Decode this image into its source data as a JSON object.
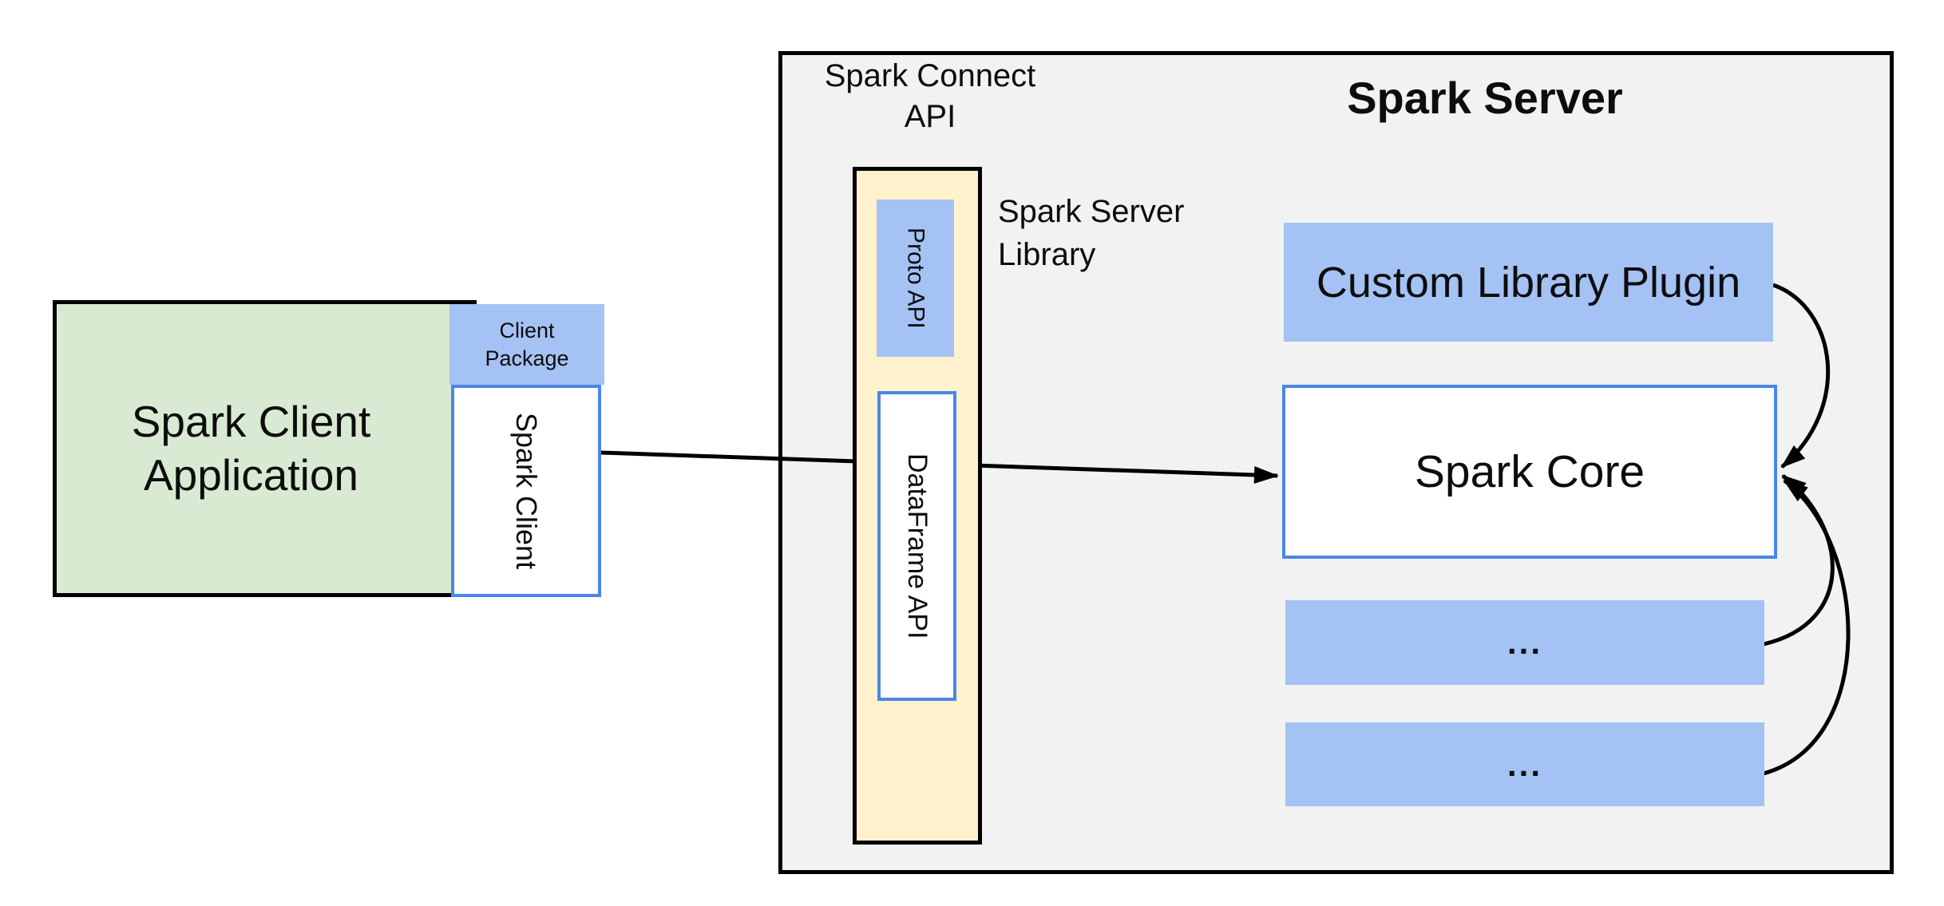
{
  "client": {
    "application_lines": [
      "Spark Client",
      "Application"
    ],
    "package_lines": [
      "Client",
      "Package"
    ],
    "spark_client": "Spark Client"
  },
  "connect_api": {
    "heading_lines": [
      "Spark Connect",
      "API"
    ],
    "proto_api": "Proto API",
    "dataframe_api": "DataFrame API",
    "server_library_lines": [
      "Spark Server",
      "Library"
    ]
  },
  "server": {
    "heading": "Spark Server",
    "custom_plugin": "Custom Library Plugin",
    "spark_core": "Spark Core",
    "ellipsis_boxes": [
      "...",
      "..."
    ]
  },
  "colors": {
    "blue_fill": "#a4c2f4",
    "blue_border": "#4a86e8",
    "green_fill": "#d9ead3",
    "tan_fill": "#fff2cc",
    "gray_fill": "#f2f2f2",
    "line": "#000000"
  },
  "connections": [
    {
      "from": "Spark Client",
      "to": "Spark Core",
      "shape": "straight"
    },
    {
      "from": "Custom Library Plugin",
      "to": "Spark Core",
      "shape": "curved"
    },
    {
      "from": "ellipsis-box-1",
      "to": "Spark Core",
      "shape": "curved"
    },
    {
      "from": "ellipsis-box-2",
      "to": "Spark Core",
      "shape": "curved"
    }
  ]
}
